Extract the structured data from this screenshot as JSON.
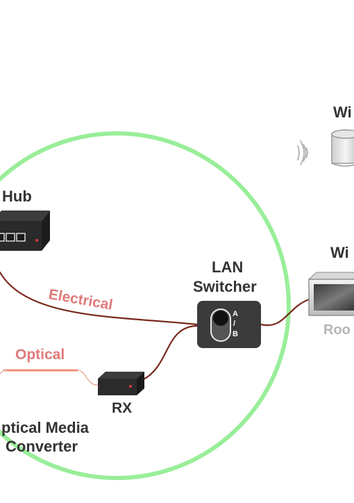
{
  "labels": {
    "hub": "Hub",
    "wi_top": "Wi",
    "wi_router": "Wi",
    "lan_switcher_line1": "LAN",
    "lan_switcher_line2": "Switcher",
    "electrical": "Electrical",
    "optical": "Optical",
    "rx": "RX",
    "optical_media_line1": "ptical Media",
    "optical_media_line2": "Converter",
    "roo": "Roo",
    "switch_a": "A",
    "switch_slash": "/",
    "switch_b": "B"
  },
  "colors": {
    "circle": "#99ee99",
    "cable": "#7a2a1e",
    "optical_glow": "#f0a08a",
    "text_dark": "#333333",
    "text_grey": "#b5b5b5",
    "text_red": "#e07a7a",
    "device_dark": "#2e2e2e"
  },
  "icons": [
    "wifi-waves-icon",
    "router-icon",
    "hub-device-icon",
    "switch-box-icon",
    "rx-box-icon"
  ]
}
